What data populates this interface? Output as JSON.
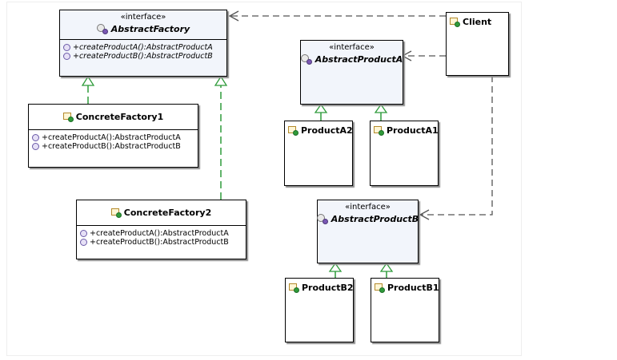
{
  "stereotype": "«interface»",
  "abstract_factory": {
    "name": "AbstractFactory",
    "ops": [
      "+createProductA():AbstractProductA",
      "+createProductB():AbstractProductB"
    ]
  },
  "concrete_factory_1": {
    "name": "ConcreteFactory1",
    "ops": [
      "+createProductA():AbstractProductA",
      "+createProductB():AbstractProductB"
    ]
  },
  "concrete_factory_2": {
    "name": "ConcreteFactory2",
    "ops": [
      "+createProductA():AbstractProductA",
      "+createProductB():AbstractProductB"
    ]
  },
  "client": {
    "name": "Client"
  },
  "abstract_product_a": {
    "name": "AbstractProductA"
  },
  "abstract_product_b": {
    "name": "AbstractProductB"
  },
  "product_a2": {
    "name": "ProductA2"
  },
  "product_a1": {
    "name": "ProductA1"
  },
  "product_b2": {
    "name": "ProductB2"
  },
  "product_b1": {
    "name": "ProductB1"
  },
  "colors": {
    "realization": "#2e9b3a",
    "dependency": "#555555",
    "border": "#000000"
  },
  "icons": {
    "class": "class-icon",
    "interface": "interface-icon",
    "operation": "operation-icon"
  }
}
